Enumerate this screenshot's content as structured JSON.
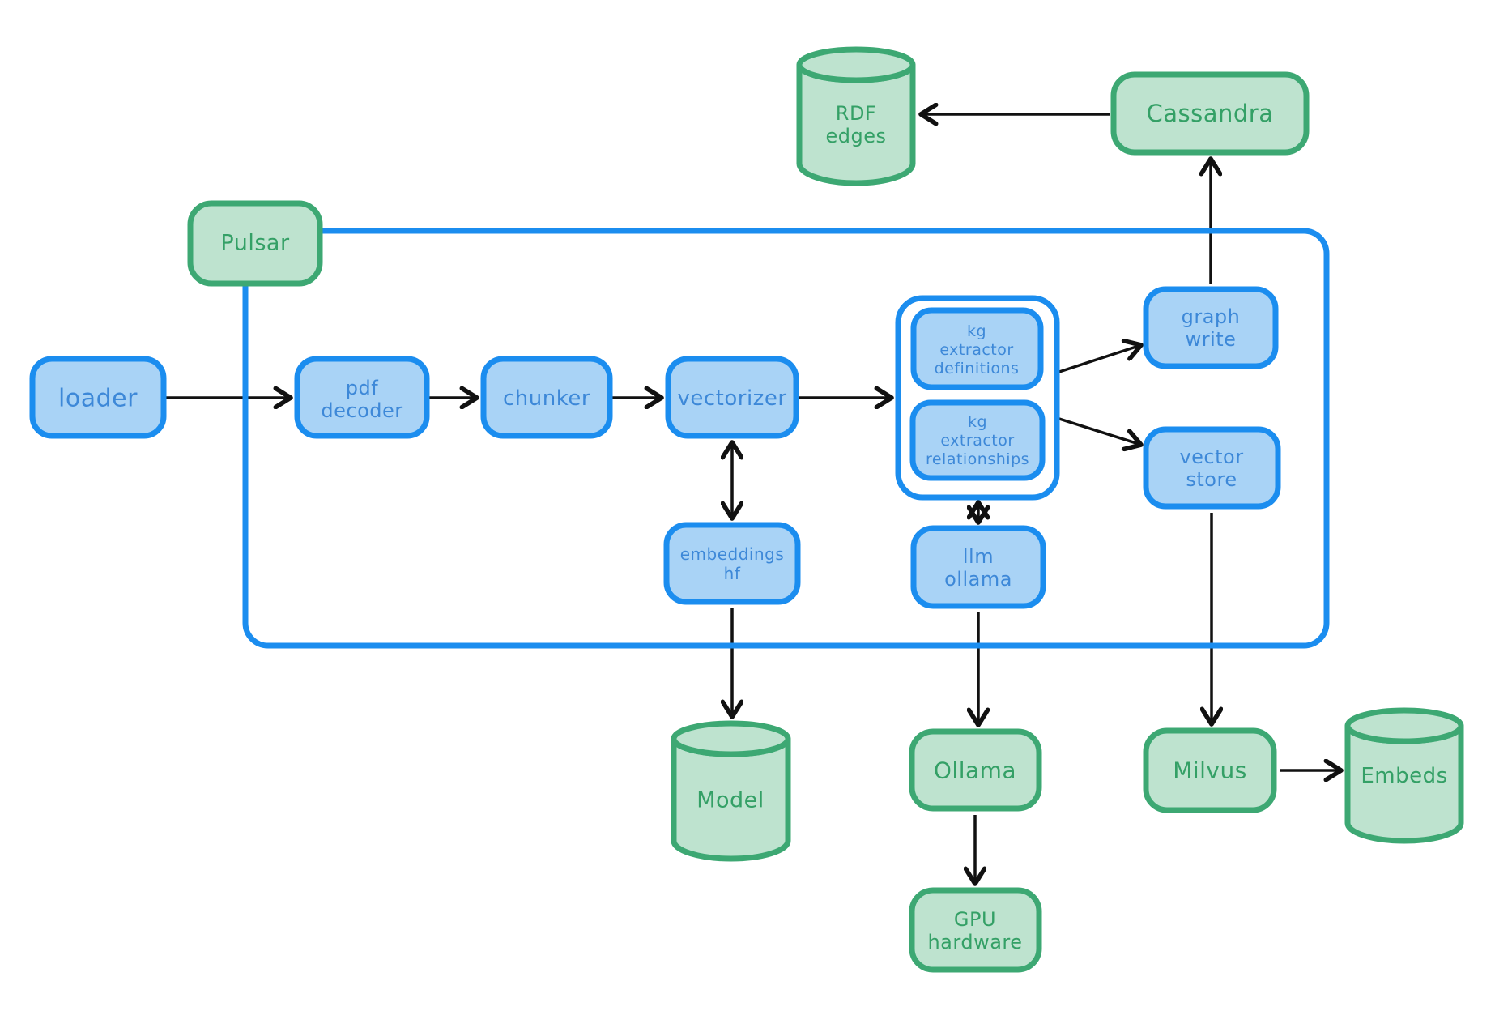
{
  "diagram": {
    "title": "document processing knowledge-graph pipeline",
    "colors": {
      "background": "#ffffff",
      "blue_border": "#1b8def",
      "blue_fill": "#a9d3f6",
      "blue_text": "#3d88d8",
      "green_border": "#3da873",
      "green_fill": "#bee3cf",
      "green_text": "#34a066",
      "arrow": "#111111",
      "group_fill": "#ffffff"
    },
    "container": {
      "label": "Pulsar",
      "description": "blue rounded rectangle enclosing the processing stages, labelled by the Pulsar node on its top-left corner"
    },
    "nodes": {
      "pulsar": {
        "label": "Pulsar",
        "style": "green",
        "shape": "rounded-box"
      },
      "loader": {
        "label": "loader",
        "style": "blue",
        "shape": "rounded-box"
      },
      "pdf_decoder": {
        "lines": [
          "pdf",
          "decoder"
        ],
        "style": "blue",
        "shape": "rounded-box"
      },
      "chunker": {
        "label": "chunker",
        "style": "blue",
        "shape": "rounded-box"
      },
      "vectorizer": {
        "label": "vectorizer",
        "style": "blue",
        "shape": "rounded-box"
      },
      "kg_extractor_definitions": {
        "lines": [
          "kg",
          "extractor",
          "definitions"
        ],
        "style": "blue",
        "shape": "rounded-box"
      },
      "kg_extractor_relationships": {
        "lines": [
          "kg",
          "extractor",
          "relationships"
        ],
        "style": "blue",
        "shape": "rounded-box"
      },
      "graph_write": {
        "lines": [
          "graph",
          "write"
        ],
        "style": "blue",
        "shape": "rounded-box"
      },
      "vector_store": {
        "lines": [
          "vector",
          "store"
        ],
        "style": "blue",
        "shape": "rounded-box"
      },
      "embeddings_hf": {
        "lines": [
          "embeddings",
          "hf"
        ],
        "style": "blue",
        "shape": "rounded-box"
      },
      "llm_ollama": {
        "lines": [
          "llm",
          "ollama"
        ],
        "style": "blue",
        "shape": "rounded-box"
      },
      "rdf_edges": {
        "lines": [
          "RDF",
          "edges"
        ],
        "style": "green",
        "shape": "cylinder"
      },
      "cassandra": {
        "label": "Cassandra",
        "style": "green",
        "shape": "rounded-box"
      },
      "model": {
        "label": "Model",
        "style": "green",
        "shape": "cylinder"
      },
      "ollama": {
        "label": "Ollama",
        "style": "green",
        "shape": "rounded-box"
      },
      "gpu_hardware": {
        "lines": [
          "GPU",
          "hardware"
        ],
        "style": "green",
        "shape": "rounded-box"
      },
      "milvus": {
        "label": "Milvus",
        "style": "green",
        "shape": "rounded-box"
      },
      "embeds": {
        "label": "Embeds",
        "style": "green",
        "shape": "cylinder"
      }
    },
    "arrows": [
      {
        "from": "cassandra",
        "to": "rdf_edges",
        "two_way": false
      },
      {
        "from": "loader",
        "to": "pdf_decoder",
        "two_way": false
      },
      {
        "from": "pdf_decoder",
        "to": "chunker",
        "two_way": false
      },
      {
        "from": "chunker",
        "to": "vectorizer",
        "two_way": false
      },
      {
        "from": "vectorizer",
        "to": "kg_extractor_group",
        "two_way": false
      },
      {
        "from": "kg_extractor_definitions",
        "to": "graph_write",
        "two_way": false
      },
      {
        "from": "kg_extractor_relationships",
        "to": "vector_store",
        "two_way": false
      },
      {
        "from": "vectorizer",
        "to": "embeddings_hf",
        "two_way": true
      },
      {
        "from": "kg_extractor_group",
        "to": "llm_ollama",
        "two_way": true
      },
      {
        "from": "embeddings_hf",
        "to": "model",
        "two_way": false
      },
      {
        "from": "llm_ollama",
        "to": "ollama",
        "two_way": false
      },
      {
        "from": "ollama",
        "to": "gpu_hardware",
        "two_way": false
      },
      {
        "from": "graph_write",
        "to": "cassandra",
        "two_way": false
      },
      {
        "from": "vector_store",
        "to": "milvus",
        "two_way": false
      },
      {
        "from": "milvus",
        "to": "embeds",
        "two_way": false
      }
    ]
  }
}
